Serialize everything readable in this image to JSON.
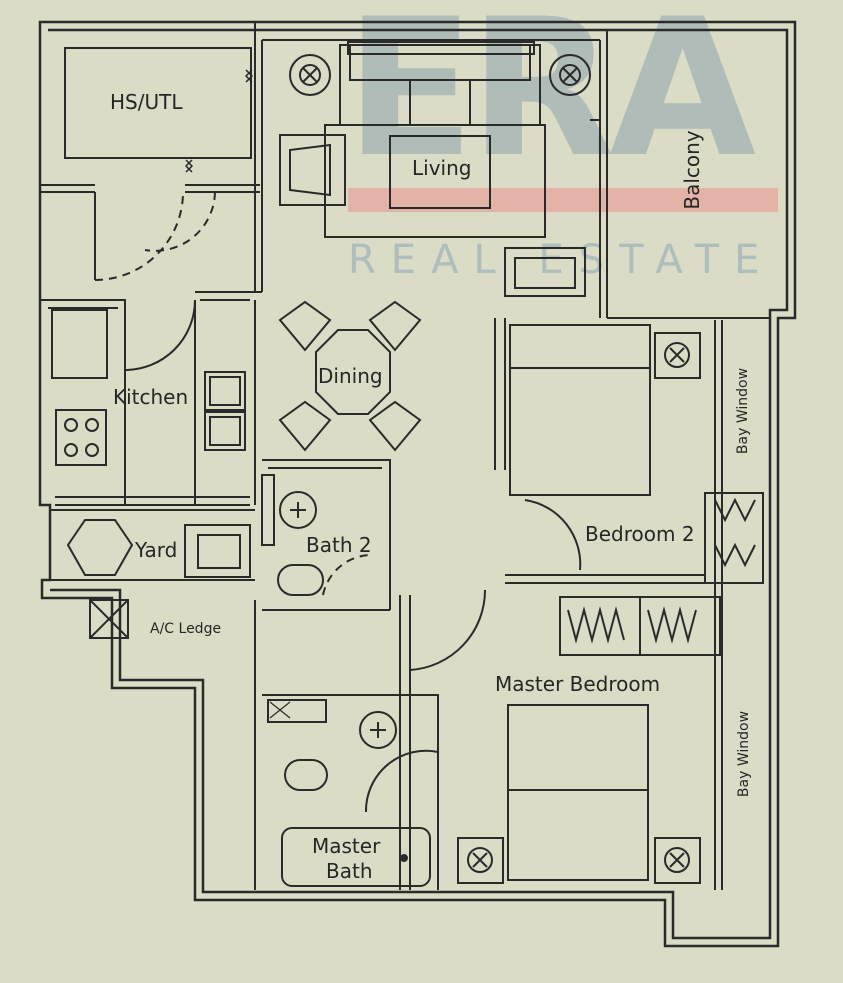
{
  "watermark": {
    "brand": "ERA",
    "tagline": "REAL ESTATE"
  },
  "rooms": {
    "hs_utl": "HS/UTL",
    "living": "Living",
    "balcony": "Balcony",
    "kitchen": "Kitchen",
    "dining": "Dining",
    "yard": "Yard",
    "bath_2": "Bath 2",
    "bedroom_2": "Bedroom 2",
    "ac_ledge": "A/C Ledge",
    "master_bedroom": "Master Bedroom",
    "master_bath_line1": "Master",
    "master_bath_line2": "Bath",
    "bay_window_upper": "Bay Window",
    "bay_window_lower": "Bay Window"
  },
  "colors": {
    "background": "#dadcc6",
    "line": "#2a2a2a",
    "watermark_blue": "#8fa3ae",
    "watermark_red": "#e6a69e"
  }
}
